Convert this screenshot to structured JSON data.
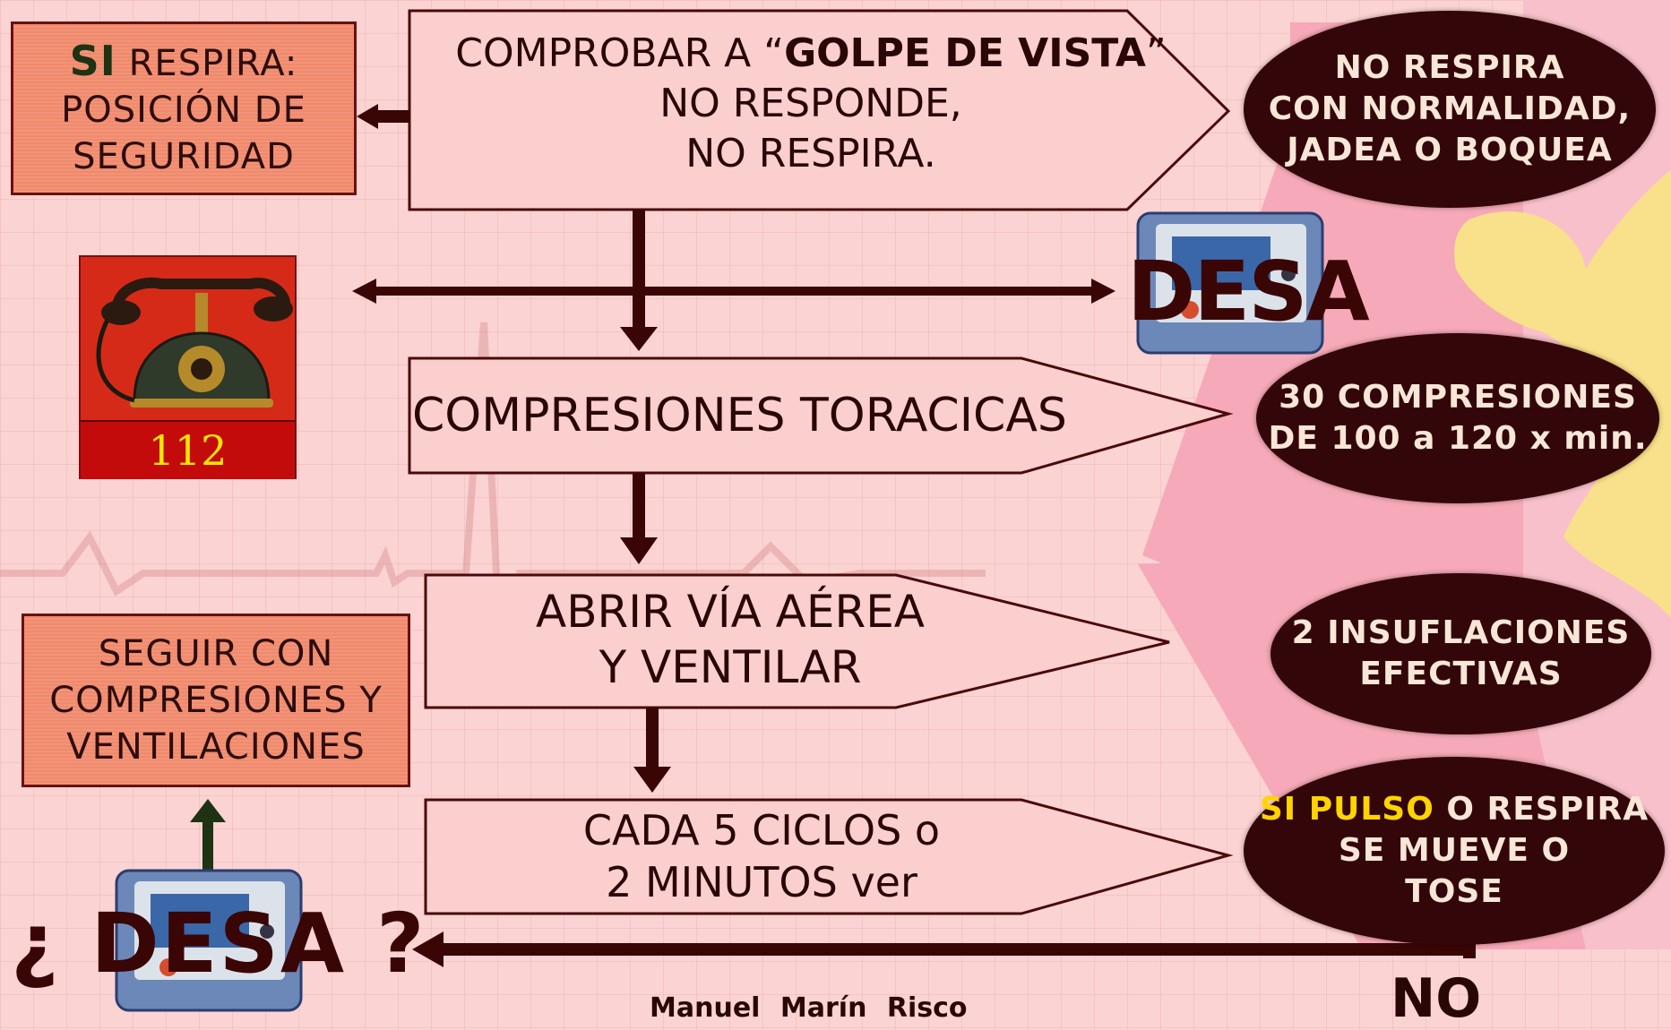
{
  "colors": {
    "background": "#fbd3d3",
    "box_fill": "#f08a6c",
    "flow_fill": "#fccfcf",
    "oval_fill": "#330609",
    "oval_text": "#f8e6d6",
    "highlight_yellow": "#ffd400",
    "arrow": "#3a0505"
  },
  "left_top_box": {
    "si": "SI",
    "line1_rest": "RESPIRA:",
    "line2": "POSICIÓN DE",
    "line3": "SEGURIDAD"
  },
  "flow": {
    "step1": {
      "line1_pre": "COMPROBAR A “",
      "line1_bold": "GOLPE DE VISTA",
      "line1_post": "”",
      "line2": "NO RESPONDE,",
      "line3": "NO RESPIRA."
    },
    "step2": {
      "line1": "COMPRESIONES  TORACICAS"
    },
    "step3": {
      "line1": "ABRIR  VÍA  AÉREA",
      "line2": "Y VENTILAR"
    },
    "step4": {
      "line1": "CADA 5 CICLOS  o",
      "line2": "2 MINUTOS    ver"
    }
  },
  "ovals": {
    "oval1": {
      "line1": "NO RESPIRA",
      "line2": "CON  NORMALIDAD,",
      "line3": "JADEA O BOQUEA"
    },
    "oval2": {
      "line1": "30 COMPRESIONES",
      "line2": "DE 100 a 120 x min."
    },
    "oval3": {
      "line1": "2 INSUFLACIONES",
      "line2": "EFECTIVAS"
    },
    "oval4": {
      "line1_yellow": "SI PULSO",
      "line1_rest": " O RESPIRA",
      "line2": "SE MUEVE O",
      "line3": "TOSE"
    }
  },
  "phone": {
    "number": "112",
    "icon": "telephone-icon"
  },
  "desa_top": {
    "label": "DESA",
    "icon": "defibrillator-icon"
  },
  "desa_bottom": {
    "label": "¿ DESA ?",
    "icon": "defibrillator-icon"
  },
  "left_bottom_box": {
    "line1": "SEGUIR  CON",
    "line2": "COMPRESIONES  Y",
    "line3": "VENTILACIONES"
  },
  "no_label": "NO",
  "author": "Manuel  Marín  Risco"
}
